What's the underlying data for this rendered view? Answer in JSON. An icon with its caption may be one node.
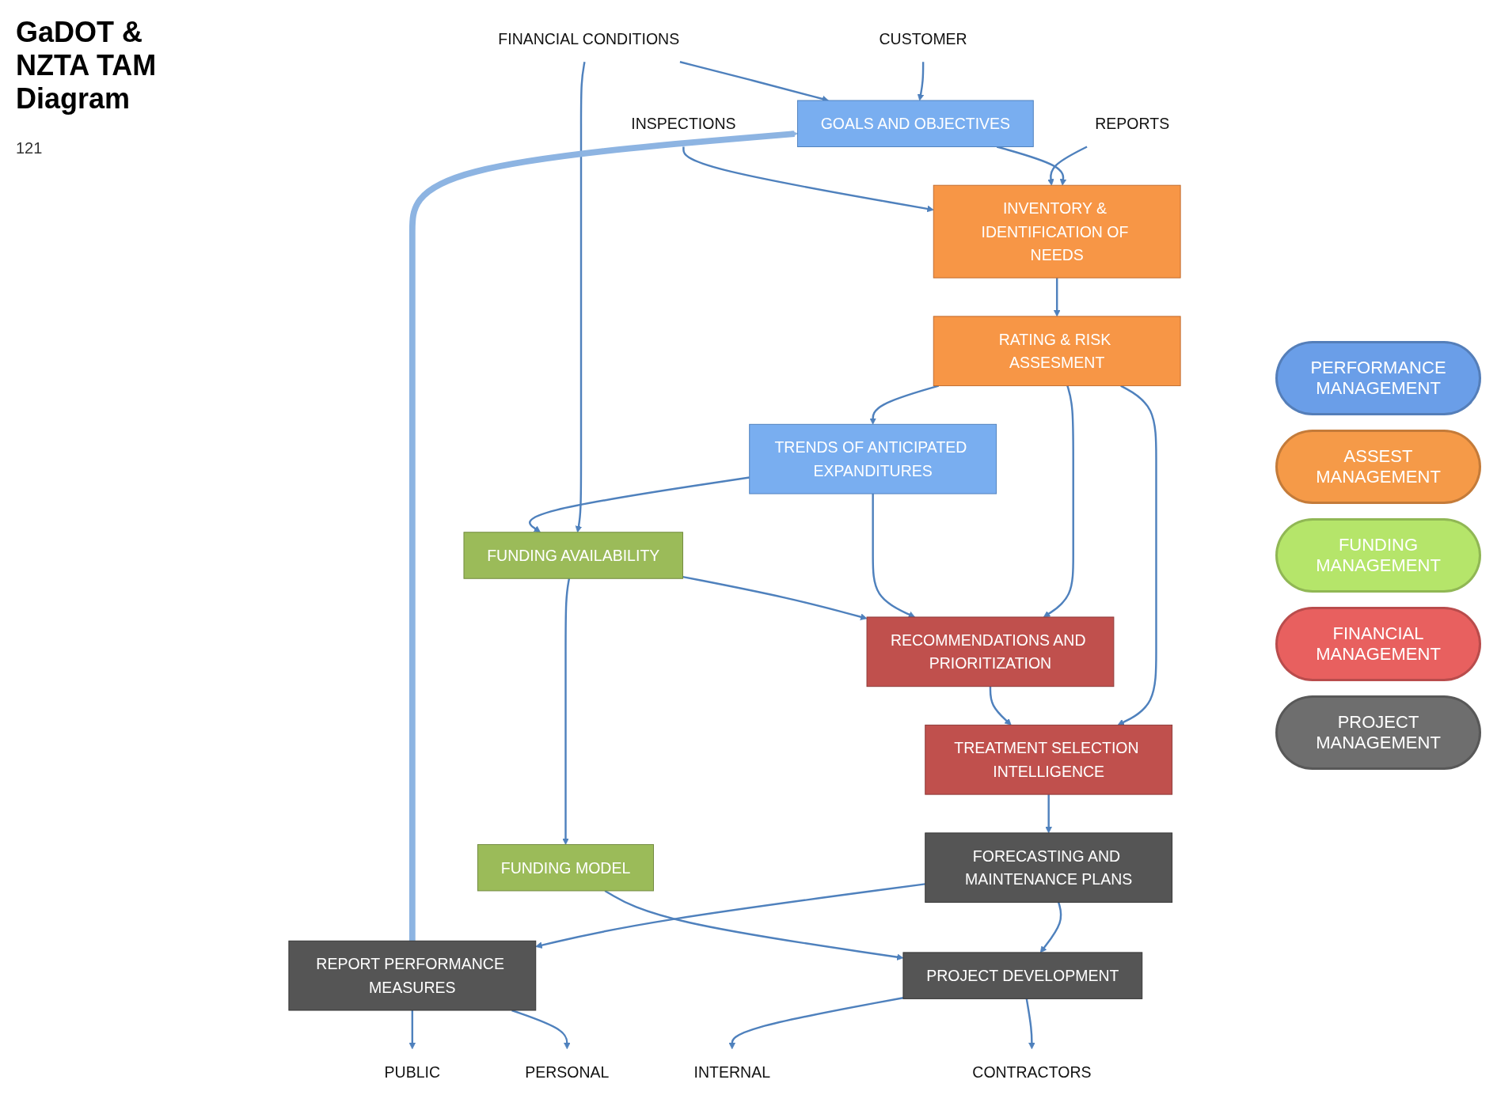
{
  "diagram": {
    "title": "GaDOT & NZTA TAM Diagram",
    "nodes": [
      {
        "text": [
          "CUSTOMER"
        ]
      },
      {
        "text": [
          "FINANCIAL CONDITIONS"
        ]
      },
      {
        "text": [
          "GOALS AND OBJECTIVES"
        ]
      },
      {
        "text": [
          "REPORTS"
        ]
      },
      {
        "text": [
          "INSPECTIONS"
        ]
      },
      {
        "text": [
          "INVENTORY & IDENTIFICATION OF NEEDS"
        ]
      },
      {
        "text": [
          "TRENDS OF ANTICIPATED EXPANDITURES"
        ]
      },
      {
        "text": [
          "FUNDING AVAILABILITY"
        ]
      },
      {
        "text": [
          "RATING & RISK ASSESMENT"
        ]
      },
      {
        "text": [
          "RECOMMENDATIONS AND PRIORITIZATION"
        ]
      },
      {
        "text": [
          "TREATMENT SELECTION INTELLIGENCE"
        ]
      },
      {
        "text": [
          "FORECASTING AND MAINTENANCE PLANS"
        ]
      },
      {
        "text": [
          "REPORT PERFORMANCE MEASURES"
        ]
      },
      {
        "text": [
          "PROJECT DEVELOPMENT"
        ]
      },
      {
        "text": [
          "FUNDING MODEL"
        ]
      },
      {
        "text": [
          "PUBLIC"
        ]
      },
      {
        "text": [
          "PERSONAL"
        ]
      },
      {
        "text": [
          "INTERNAL"
        ]
      },
      {
        "text": [
          "CONTRACTORS"
        ]
      }
    ],
    "edges": [
      {
        "from": 0,
        "to": 2,
        "arrow": "to"
      },
      {
        "from": 1,
        "to": 2,
        "arrow": "to"
      },
      {
        "from": 1,
        "to": 7,
        "arrow": "to"
      },
      {
        "from": 2,
        "to": 5,
        "arrow": "to"
      },
      {
        "from": 3,
        "to": 5,
        "arrow": "to"
      },
      {
        "from": 4,
        "to": 5,
        "arrow": "to"
      },
      {
        "from": 5,
        "to": 8,
        "arrow": "to"
      },
      {
        "from": 8,
        "to": 6,
        "arrow": "to"
      },
      {
        "from": 8,
        "to": 9,
        "arrow": "to"
      },
      {
        "from": 8,
        "to": 10,
        "arrow": "to"
      },
      {
        "from": 6,
        "to": 7,
        "arrow": "to"
      },
      {
        "from": 6,
        "to": 9,
        "arrow": "to"
      },
      {
        "from": 7,
        "to": 9,
        "arrow": "to"
      },
      {
        "from": 7,
        "to": 14,
        "arrow": "to"
      },
      {
        "from": 9,
        "to": 10,
        "arrow": "to"
      },
      {
        "from": 10,
        "to": 11,
        "arrow": "to"
      },
      {
        "from": 11,
        "to": 12,
        "arrow": "to"
      },
      {
        "from": 11,
        "to": 13,
        "arrow": "to"
      },
      {
        "from": 14,
        "to": 13,
        "arrow": "to"
      },
      {
        "from": 12,
        "to": 2,
        "arrow": "to",
        "style": "thick",
        "color": "#8db4e2"
      },
      {
        "from": 12,
        "to": 15,
        "arrow": "to"
      },
      {
        "from": 12,
        "to": 16,
        "arrow": "to"
      },
      {
        "from": 13,
        "to": 17,
        "arrow": "to"
      },
      {
        "from": 13,
        "to": 18,
        "arrow": "to"
      }
    ],
    "labels": [
      "121"
    ],
    "legend": [
      {
        "text": "PERFORMANCE MANAGEMENT",
        "color": "#6a9ee8"
      },
      {
        "text": "ASSEST MANAGEMENT",
        "color": "#f59a48"
      },
      {
        "text": "FUNDING MANAGEMENT",
        "color": "#b5e56a"
      },
      {
        "text": "FINANCIAL MANAGEMENT",
        "color": "#e8605f"
      },
      {
        "text": "PROJECT MANAGEMENT",
        "color": "#6e6e6e"
      }
    ]
  }
}
